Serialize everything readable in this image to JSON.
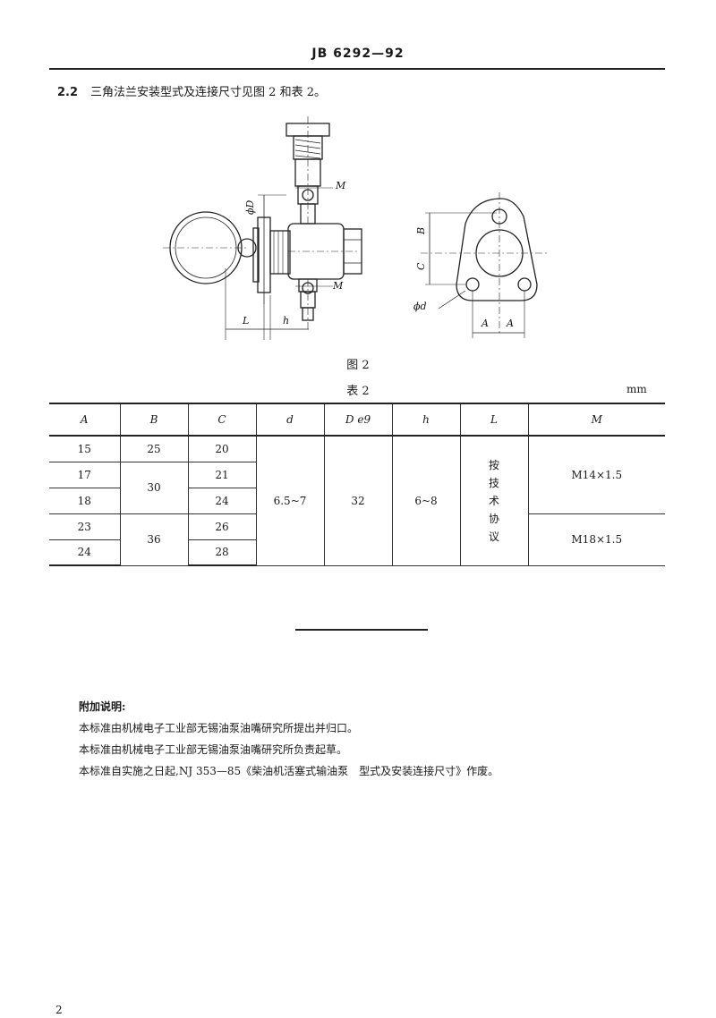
{
  "header": {
    "doc_code": "JB 6292—92"
  },
  "section": {
    "number": "2.2",
    "text": "三角法兰安装型式及连接尺寸见图 2 和表 2。"
  },
  "figure": {
    "caption": "图 2",
    "labels": {
      "M_top": "M",
      "phiD": "ϕD",
      "M_bottom": "M",
      "L": "L",
      "h": "h",
      "B": "B",
      "C": "C",
      "phid": "ϕd",
      "A1": "A",
      "A2": "A"
    }
  },
  "table": {
    "caption": "表 2",
    "unit": "mm",
    "headers": [
      "A",
      "B",
      "C",
      "d",
      "D e9",
      "h",
      "L",
      "M"
    ],
    "col_A": [
      "15",
      "17",
      "18",
      "23",
      "24"
    ],
    "col_B": [
      "25",
      "30",
      "36"
    ],
    "col_C": [
      "20",
      "21",
      "24",
      "26",
      "28"
    ],
    "d": "6.5~7",
    "D": "32",
    "h": "6~8",
    "L": "按技术协议",
    "M": [
      "M14×1.5",
      "M18×1.5"
    ]
  },
  "notes": {
    "title": "附加说明:",
    "lines": [
      "本标准由机械电子工业部无锡油泵油嘴研究所提出并归口。",
      "本标准由机械电子工业部无锡油泵油嘴研究所负责起草。",
      "本标准自实施之日起,NJ 353—85《柴油机活塞式输油泵　型式及安装连接尺寸》作废。"
    ]
  },
  "page_number": "2"
}
